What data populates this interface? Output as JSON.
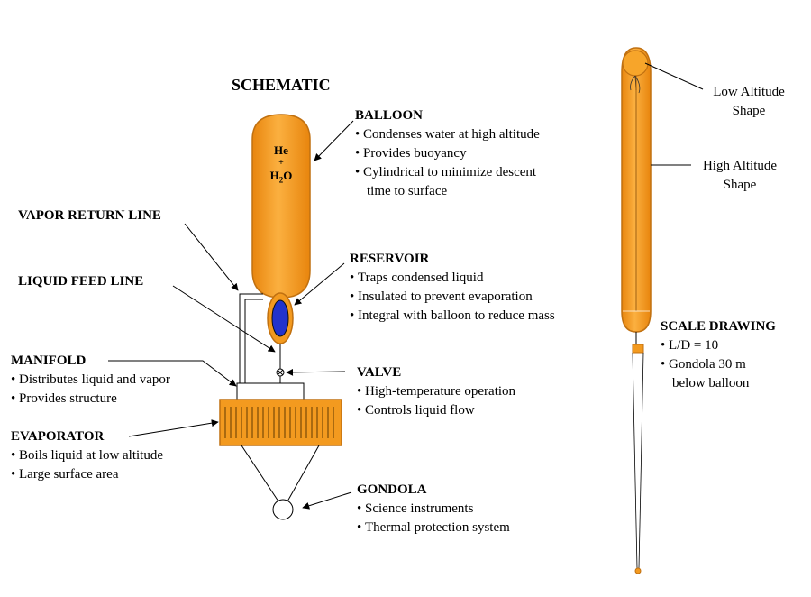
{
  "title": "SCHEMATIC",
  "gas": {
    "line1": "He",
    "line2": "+",
    "line3_main": "H",
    "line3_sub": "2",
    "line3_end": "O"
  },
  "balloon": {
    "heading": "BALLOON",
    "bullets": [
      "Condenses water at high altitude",
      "Provides buoyancy",
      "Cylindrical to minimize descent",
      "time to surface"
    ]
  },
  "vapor_return_line": {
    "heading": "VAPOR RETURN LINE"
  },
  "liquid_feed_line": {
    "heading": "LIQUID FEED LINE"
  },
  "reservoir": {
    "heading": "RESERVOIR",
    "bullets": [
      "Traps condensed liquid",
      "Insulated to prevent evaporation",
      "Integral with balloon to reduce mass"
    ]
  },
  "manifold": {
    "heading": "MANIFOLD",
    "bullets": [
      "Distributes liquid and vapor",
      "Provides structure"
    ]
  },
  "valve": {
    "heading": "VALVE",
    "bullets": [
      "High-temperature operation",
      "Controls liquid flow"
    ]
  },
  "evaporator": {
    "heading": "EVAPORATOR",
    "bullets": [
      "Boils liquid at low altitude",
      "Large surface area"
    ]
  },
  "gondola": {
    "heading": "GONDOLA",
    "bullets": [
      "Science instruments",
      "Thermal protection system"
    ]
  },
  "scale_drawing": {
    "heading": "SCALE DRAWING",
    "bullets": [
      "L/D = 10",
      "Gondola 30 m",
      "below balloon"
    ]
  },
  "low_altitude_shape": [
    "Low Altitude",
    "Shape"
  ],
  "high_altitude_shape": [
    "High Altitude",
    "Shape"
  ],
  "colors": {
    "balloon_fill": "#f39a1f",
    "balloon_stroke": "#c07010",
    "reservoir_fill": "#2233cc"
  }
}
